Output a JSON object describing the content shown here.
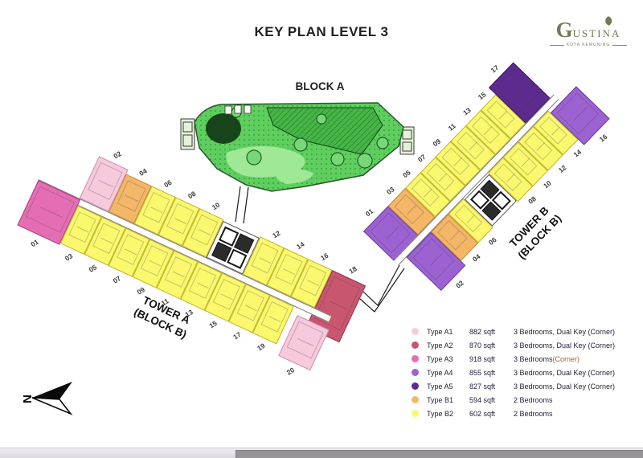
{
  "title": "KEY PLAN LEVEL 3",
  "logo": {
    "name_initial": "G",
    "name_rest": "USTINA",
    "tagline": "KOTA KEMUNING"
  },
  "block_a_label": "BLOCK A",
  "north_label": "N",
  "tower_a": {
    "label_line1": "TOWER A",
    "label_line2": "(BLOCK B)",
    "top_units": [
      {
        "no": "02",
        "type": "A1"
      },
      {
        "no": "04",
        "type": "B1"
      },
      {
        "no": "06",
        "type": "B2"
      },
      {
        "no": "08",
        "type": "B2"
      },
      {
        "no": "10",
        "type": "B2"
      },
      {
        "core": true
      },
      {
        "no": "12",
        "type": "B2"
      },
      {
        "no": "14",
        "type": "B2"
      },
      {
        "no": "16",
        "type": "B2"
      },
      {
        "no": "18",
        "type": "A2"
      }
    ],
    "bottom_units": [
      {
        "no": "01",
        "type": "A3"
      },
      {
        "no": "03",
        "type": "B2"
      },
      {
        "no": "05",
        "type": "B2"
      },
      {
        "no": "07",
        "type": "B2"
      },
      {
        "no": "09",
        "type": "B2"
      },
      {
        "no": "11",
        "type": "B2"
      },
      {
        "no": "13",
        "type": "B2"
      },
      {
        "no": "15",
        "type": "B2"
      },
      {
        "no": "17",
        "type": "B2"
      },
      {
        "no": "19",
        "type": "B2"
      },
      {
        "no": "20",
        "type": "A1"
      }
    ]
  },
  "tower_b": {
    "label_line1": "TOWER B",
    "label_line2": "(BLOCK B)",
    "left_units": [
      {
        "no": "01",
        "type": "A4"
      },
      {
        "no": "03",
        "type": "B1"
      },
      {
        "no": "05",
        "type": "B2"
      },
      {
        "no": "07",
        "type": "B2"
      },
      {
        "no": "09",
        "type": "B2"
      },
      {
        "no": "11",
        "type": "B2"
      },
      {
        "no": "13",
        "type": "B2"
      },
      {
        "no": "15",
        "type": "B2"
      },
      {
        "no": "17",
        "type": "A5"
      }
    ],
    "right_units": [
      {
        "no": "02",
        "type": "A4"
      },
      {
        "no": "04",
        "type": "B1"
      },
      {
        "no": "06",
        "type": "B2"
      },
      {
        "core": true
      },
      {
        "no": "08",
        "type": "B2"
      },
      {
        "no": "10",
        "type": "B2"
      },
      {
        "no": "12",
        "type": "B2"
      },
      {
        "no": "14",
        "type": "B2"
      },
      {
        "no": "16",
        "type": "A4"
      }
    ]
  },
  "unit_type_colors": {
    "A1": {
      "fill": "#F7C9DC",
      "border": "#CE8FB0"
    },
    "A2": {
      "fill": "#C9566F",
      "border": "#93324B"
    },
    "A3": {
      "fill": "#E56DB4",
      "border": "#B03E85"
    },
    "A4": {
      "fill": "#9C62D2",
      "border": "#6B3AA0"
    },
    "A5": {
      "fill": "#5C2B90",
      "border": "#3A1766"
    },
    "B1": {
      "fill": "#F4B768",
      "border": "#C78A35"
    },
    "B2": {
      "fill": "#FBF86E",
      "border": "#BFB52E"
    }
  },
  "legend": {
    "items": [
      {
        "type": "Type A1",
        "sqft": "882 sqft",
        "desc": "3 Bedrooms, Dual Key (Corner)",
        "color": "#F7C9DC"
      },
      {
        "type": "Type A2",
        "sqft": "870 sqft",
        "desc": "3 Bedrooms, Dual Key (Corner)",
        "color": "#C9566F"
      },
      {
        "type": "Type A3",
        "sqft": "918 sqft",
        "desc": "3 Bedrooms",
        "desc2": "(Corner)",
        "color": "#E56DB4"
      },
      {
        "type": "Type A4",
        "sqft": "855 sqft",
        "desc": "3 Bedrooms, Dual Key (Corner)",
        "color": "#9C62D2"
      },
      {
        "type": "Type A5",
        "sqft": "827 sqft",
        "desc": "3 Bedrooms, Dual Key (Corner)",
        "color": "#5C2B90"
      },
      {
        "type": "Type B1",
        "sqft": "594 sqft",
        "desc": "2 Bedrooms",
        "color": "#F4B768"
      },
      {
        "type": "Type B2",
        "sqft": "602 sqft",
        "desc": "2 Bedrooms",
        "color": "#FBF86E"
      }
    ]
  }
}
